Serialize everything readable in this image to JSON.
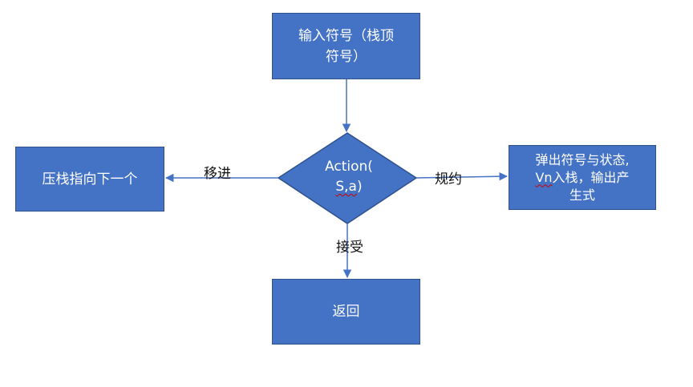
{
  "colors": {
    "node_fill": "#4472c4",
    "node_border": "#2f528f",
    "arrow": "#4472c4",
    "node_text": "#ffffff",
    "edge_label_text": "#111111"
  },
  "nodes": {
    "input": {
      "line1": "输入符号（栈顶",
      "line2": "符号）"
    },
    "decision": {
      "line1": "Action(",
      "line2_underlined": "S,a",
      "line2_rest": ")"
    },
    "push": {
      "label": "压栈指向下一个"
    },
    "reduce": {
      "line1": "弹出符号与状态,",
      "line2_underlined": "Vn",
      "line2_rest": "入栈，输出产",
      "line3": "生式"
    },
    "return": {
      "label": "返回"
    }
  },
  "edges": {
    "shift_label": "移进",
    "reduce_label": "规约",
    "accept_label": "接受"
  }
}
